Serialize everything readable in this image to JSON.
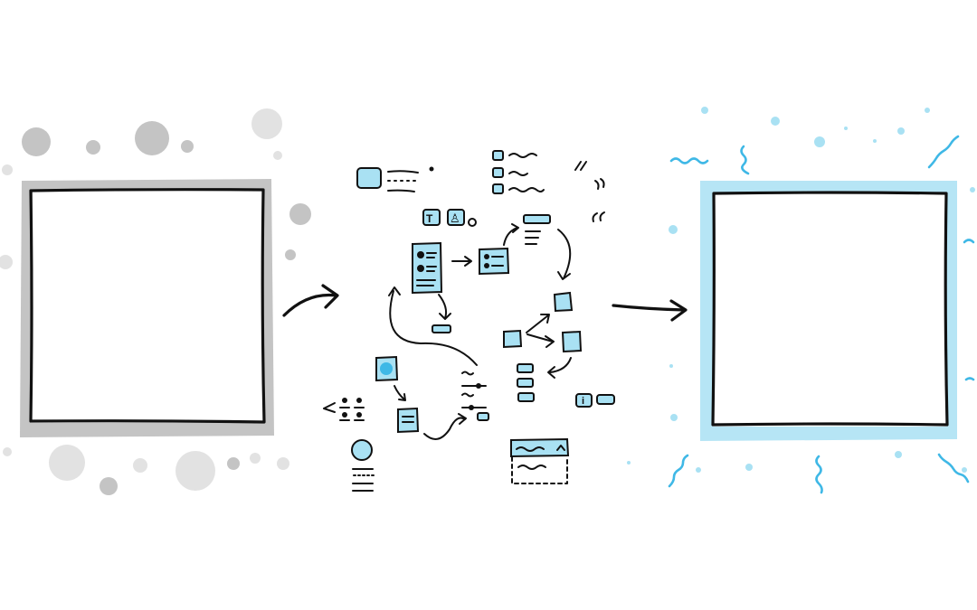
{
  "colors": {
    "sketch_ink": "#111111",
    "before_gray": "#c4c4c4",
    "before_gray_light": "#e2e2e2",
    "after_blue": "#a9e1f3",
    "after_blue_strong": "#3fb8e6",
    "background": "#ffffff"
  },
  "panels": {
    "before": {
      "icon": "empty-frame",
      "style": "gray blotches"
    },
    "middle": {
      "icon": "component-sketches",
      "style": "cluster of ui widgets"
    },
    "after": {
      "icon": "empty-frame",
      "style": "blue sparkles"
    }
  },
  "middle_glyphs": {
    "quote_open": "“",
    "quote_close": "”",
    "letter_t": "T",
    "person": "♙",
    "info": "i"
  }
}
